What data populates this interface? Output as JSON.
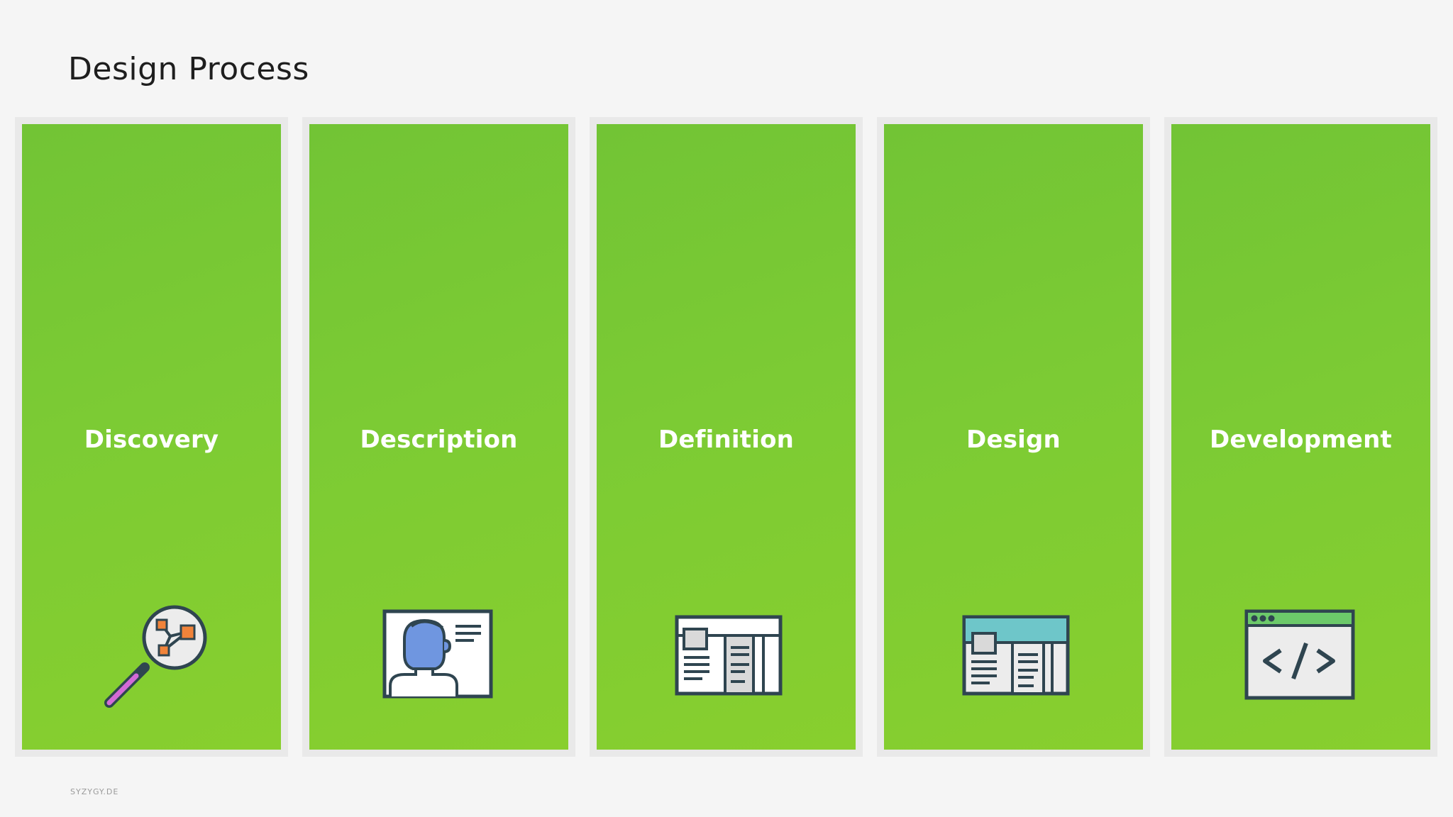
{
  "page": {
    "title": "Design Process"
  },
  "cards": [
    {
      "label": "Discovery",
      "icon": "magnifier-network-icon"
    },
    {
      "label": "Description",
      "icon": "profile-card-icon"
    },
    {
      "label": "Definition",
      "icon": "wireframe-icon"
    },
    {
      "label": "Design",
      "icon": "layout-mockup-icon"
    },
    {
      "label": "Development",
      "icon": "code-window-icon"
    }
  ],
  "footer": {
    "text": "SYZYGY.DE"
  },
  "colors": {
    "background": "#f5f5f5",
    "card_green_start": "#72c435",
    "card_green_end": "#88cf2e",
    "card_frame": "#e9e9e9",
    "icon_outline": "#2f4550",
    "accent_orange": "#f0833a",
    "accent_pink": "#d36ad6",
    "accent_blue": "#6f96e0",
    "accent_teal": "#6ec6c9",
    "accent_green": "#6cc96a"
  }
}
